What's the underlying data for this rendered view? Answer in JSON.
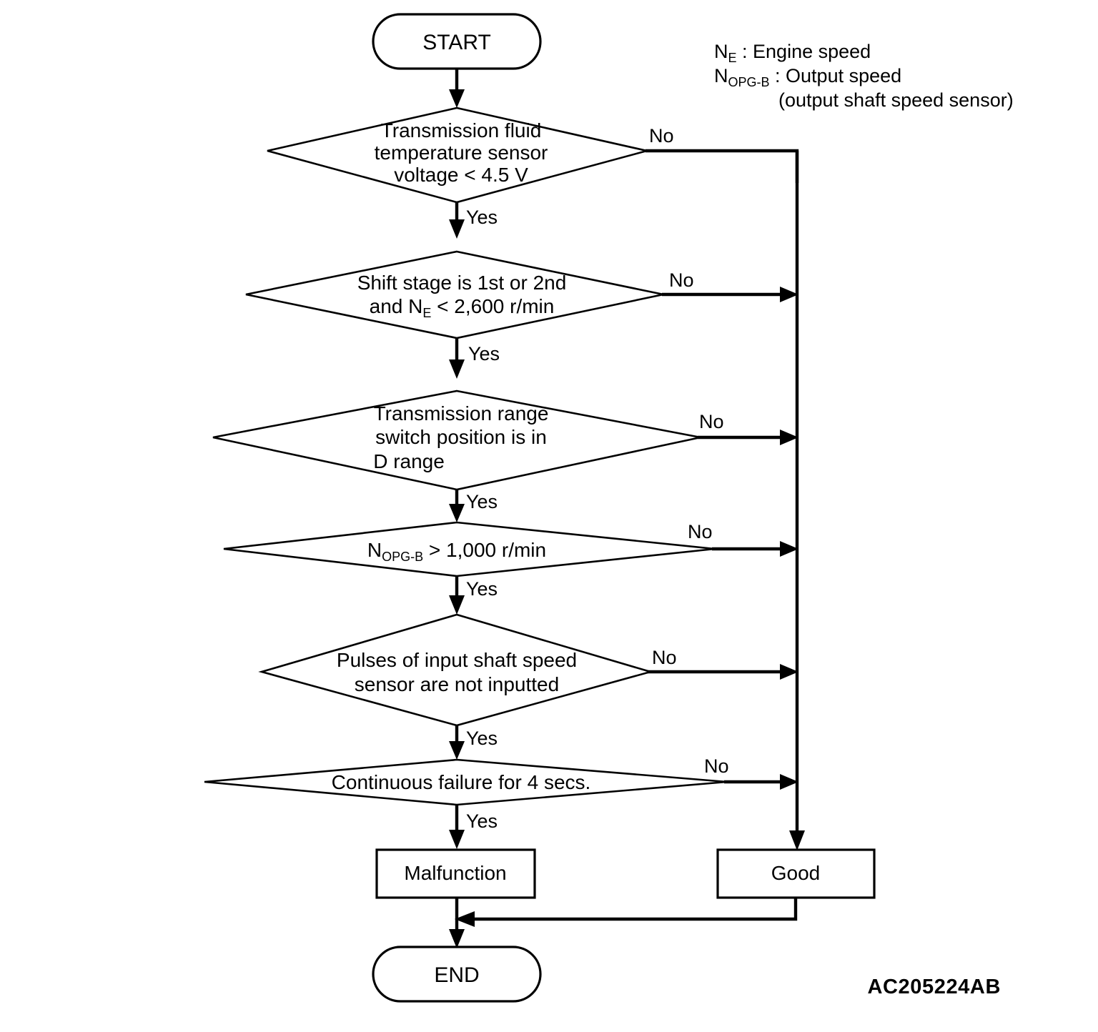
{
  "diagram": {
    "type": "flowchart",
    "figure_id": "AC205224AB",
    "legend": {
      "lines": [
        {
          "symbol": "N",
          "subscript": "E",
          "separator": " : ",
          "text": "Engine speed"
        },
        {
          "symbol": "N",
          "subscript": "OPG-B",
          "separator": " : ",
          "text": "Output speed"
        },
        {
          "symbol": "",
          "subscript": "",
          "separator": "",
          "text": "(output shaft speed sensor)"
        }
      ]
    },
    "terminators": {
      "start": "START",
      "end": "END"
    },
    "decisions": [
      {
        "id": "d1",
        "lines": [
          "Transmission fluid",
          "temperature sensor",
          "voltage < 4.5 V"
        ],
        "yes_label": "Yes",
        "no_label": "No"
      },
      {
        "id": "d2",
        "lines": [
          "Shift stage is 1st or 2nd",
          "and N< 2,600 r/min"
        ],
        "line2_prefix": "and N",
        "line2_subscript": "E",
        "line2_suffix": " < 2,600 r/min",
        "yes_label": "Yes",
        "no_label": "No"
      },
      {
        "id": "d3",
        "lines": [
          "Transmission range",
          "switch position is in",
          "D range"
        ],
        "yes_label": "Yes",
        "no_label": "No"
      },
      {
        "id": "d4",
        "lines": [
          "N> 1,000 r/min"
        ],
        "line1_prefix": "N",
        "line1_subscript": "OPG-B",
        "line1_suffix": " > 1,000 r/min",
        "yes_label": "Yes",
        "no_label": "No"
      },
      {
        "id": "d5",
        "lines": [
          "Pulses of input shaft speed",
          "sensor are not inputted"
        ],
        "yes_label": "Yes",
        "no_label": "No"
      },
      {
        "id": "d6",
        "lines": [
          "Continuous failure for 4 secs."
        ],
        "yes_label": "Yes",
        "no_label": "No"
      }
    ],
    "results": {
      "malfunction": "Malfunction",
      "good": "Good"
    },
    "colors": {
      "stroke": "#000000",
      "fill": "#ffffff",
      "background": "#ffffff"
    }
  }
}
